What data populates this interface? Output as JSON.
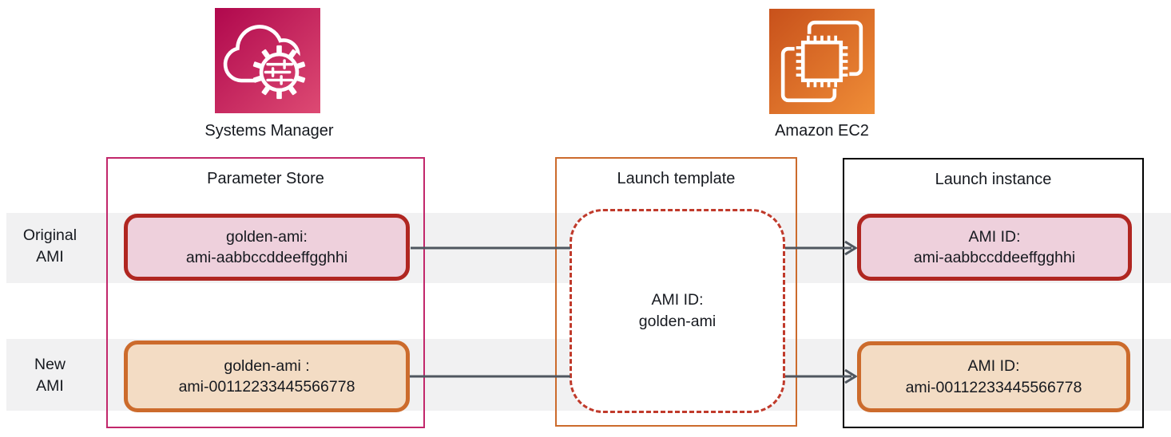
{
  "services": {
    "systems_manager": {
      "label": "Systems Manager"
    },
    "amazon_ec2": {
      "label": "Amazon EC2"
    }
  },
  "rows": [
    {
      "label": "Original\nAMI"
    },
    {
      "label": "New\nAMI"
    }
  ],
  "columns": {
    "parameter_store": {
      "title": "Parameter Store",
      "original_param": "golden-ami:\nami-aabbccddeeffgghhi",
      "new_param": "golden-ami :\nami-00112233445566778"
    },
    "launch_template": {
      "title": "Launch template",
      "ami_ref": "AMI ID:\ngolden-ami"
    },
    "launch_instance": {
      "title": "Launch instance",
      "original_instance": "AMI ID:\nami-aabbccddeeffgghhi",
      "new_instance": "AMI ID:\nami-00112233445566778"
    }
  },
  "colors": {
    "systems_manager_gradient_start": "#b0084d",
    "systems_manager_gradient_end": "#dd4a73",
    "ec2_gradient_start": "#c8511b",
    "ec2_gradient_end": "#ef8d37",
    "parameter_store_border": "#c2276b",
    "launch_template_border": "#cc6b2c",
    "launch_instance_border": "#000000",
    "original_chip_border": "#b02621",
    "original_chip_fill": "#eed0dc",
    "new_chip_border": "#cc6b2c",
    "new_chip_fill": "#f3dcc4",
    "dashed_box_border": "#c03a2b",
    "connector_line": "#4f565f",
    "row_band": "#f1f1f2"
  }
}
